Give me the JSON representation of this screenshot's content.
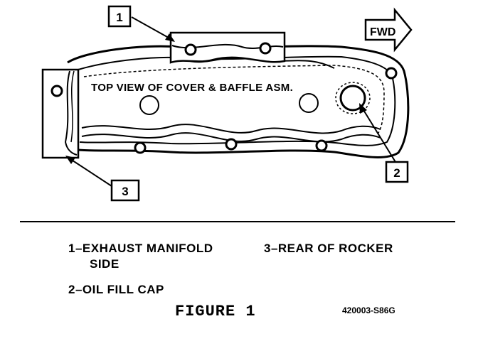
{
  "diagram": {
    "title": "TOP VIEW OF COVER & BAFFLE ASM.",
    "forward_label": "FWD",
    "callouts": [
      {
        "number": "1"
      },
      {
        "number": "2"
      },
      {
        "number": "3"
      }
    ]
  },
  "legend": {
    "item1": "1–EXHAUST MANIFOLD",
    "item1_cont": "SIDE",
    "item2": "2–OIL FILL CAP",
    "item3": "3–REAR OF ROCKER"
  },
  "figure": {
    "title": "FIGURE 1",
    "code": "420003-S86G"
  }
}
